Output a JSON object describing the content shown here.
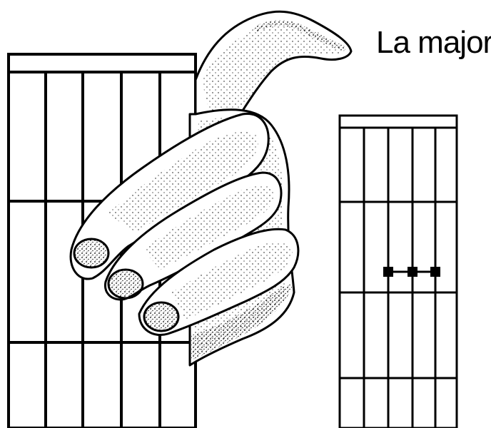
{
  "chord": {
    "title": "La major",
    "diagram": {
      "strings": 6,
      "frets_shown": 4,
      "finger_positions": [
        {
          "string": 3,
          "fret": 2
        },
        {
          "string": 4,
          "fret": 2
        },
        {
          "string": 5,
          "fret": 2
        }
      ]
    }
  },
  "colors": {
    "ink": "#000000",
    "background": "#ffffff"
  },
  "illustration": {
    "icon": "hand-on-fretboard-icon"
  }
}
